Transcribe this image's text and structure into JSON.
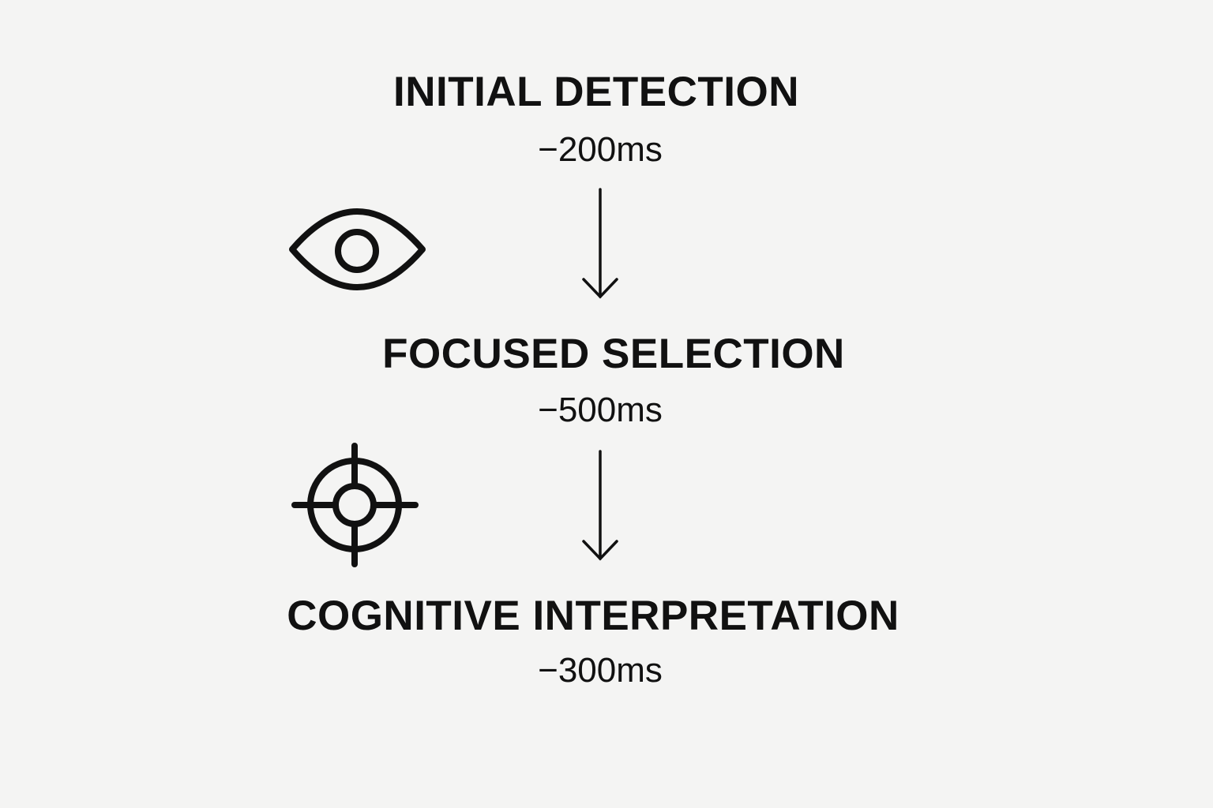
{
  "stages": [
    {
      "title": "INITIAL DETECTION",
      "duration": "−200ms",
      "icon": "eye-icon"
    },
    {
      "title": "FOCUSED SELECTION",
      "duration": "−500ms",
      "icon": "target-icon"
    },
    {
      "title": "COGNITIVE INTERPRETATION",
      "duration": "−300ms"
    }
  ]
}
